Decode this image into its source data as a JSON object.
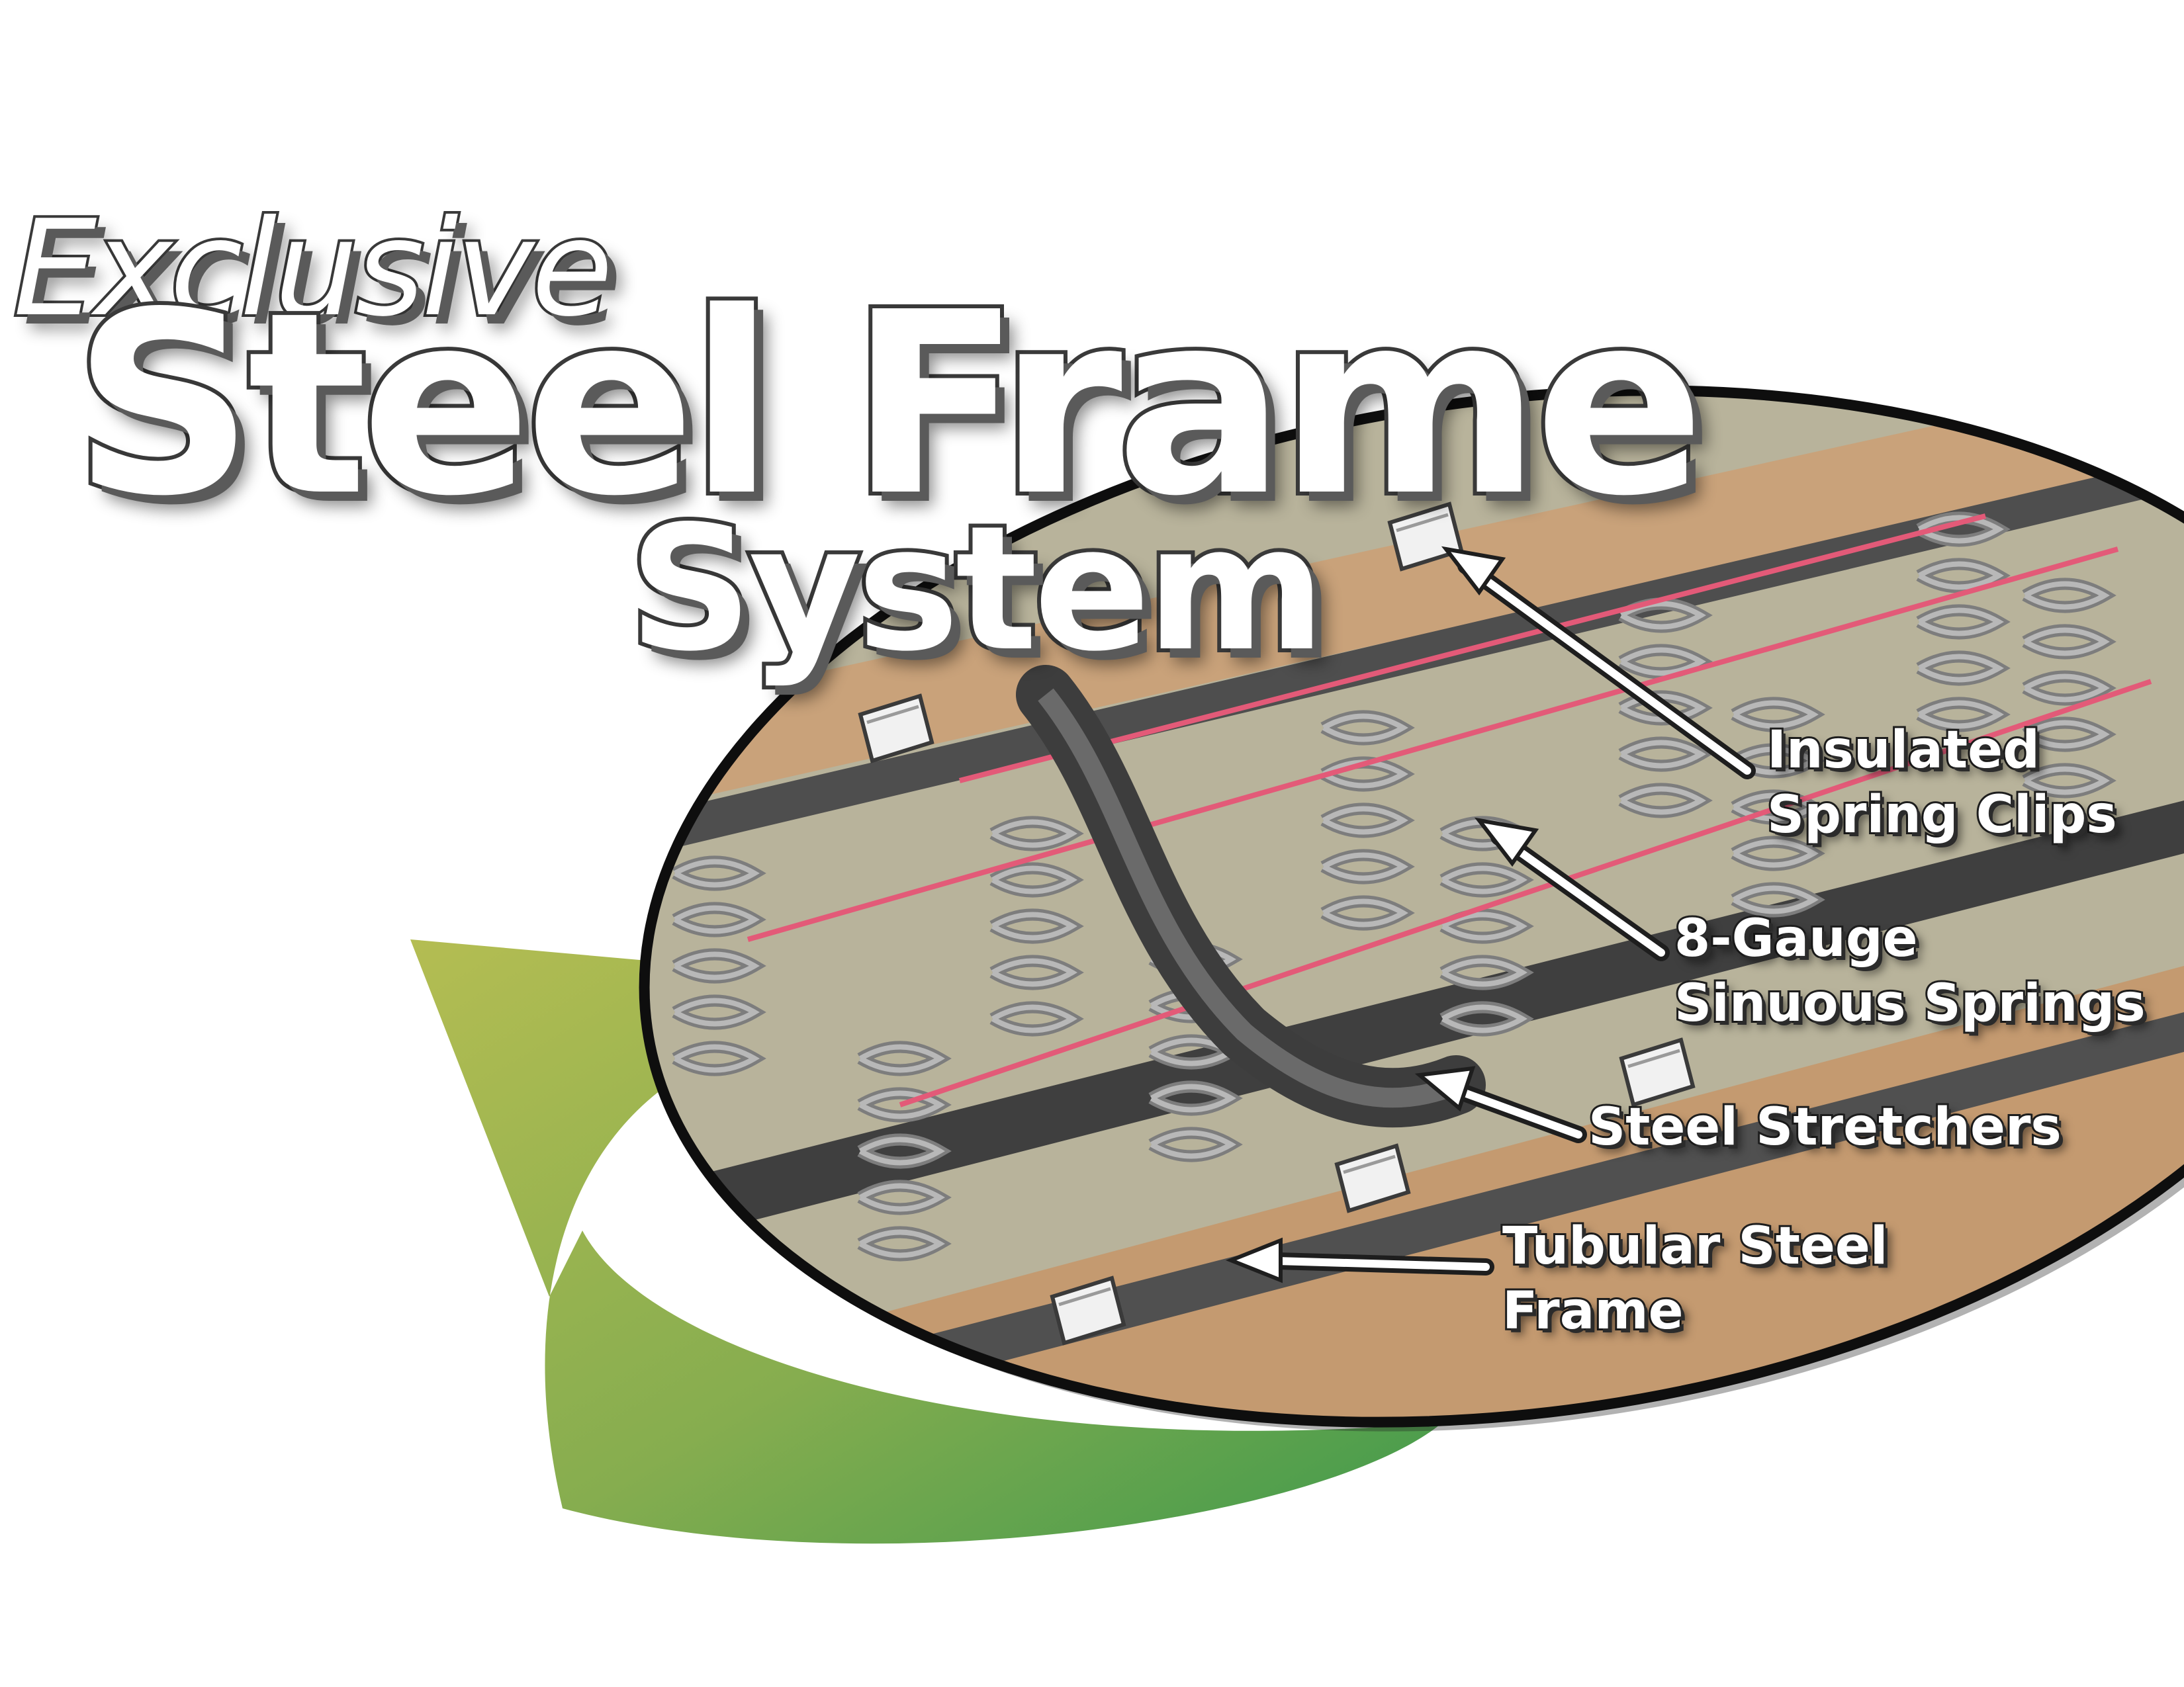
{
  "headline": {
    "line1": "Exclusive",
    "line2": "Steel Frame",
    "line3": "System"
  },
  "callouts": {
    "clips": {
      "line1": "Insulated",
      "line2": "Spring Clips"
    },
    "springs": {
      "line1": "8-Gauge",
      "line2": "Sinuous Springs"
    },
    "stretchers": {
      "line1": "Steel Stretchers"
    },
    "frame": {
      "line1": "Tubular Steel",
      "line2": "Frame"
    }
  },
  "colors": {
    "arrow_green_light": "#a7b84e",
    "arrow_green_dark": "#4f9d4a",
    "wood": "#c9a27a",
    "fabric": "#b9b49a",
    "steel": "#5b5b5b",
    "spring": "#8f8f8f",
    "wire": "#e35a78"
  }
}
